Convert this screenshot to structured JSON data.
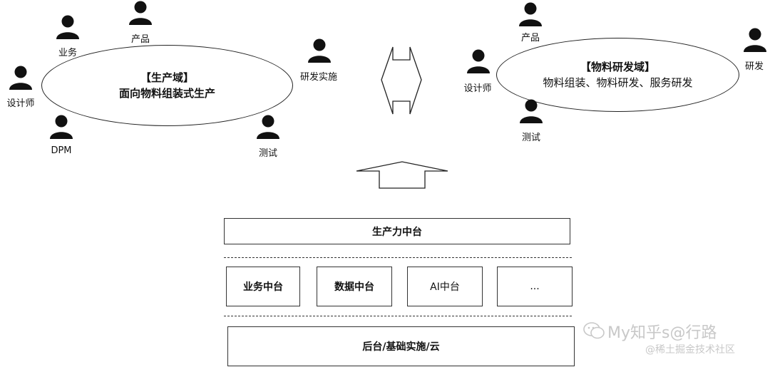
{
  "production_domain": {
    "title": "【生产域】",
    "subtitle": "面向物料组装式生产",
    "roles": {
      "business": "业务",
      "product": "产品",
      "designer": "设计师",
      "dpm": "DPM",
      "rnd_impl": "研发实施",
      "testing": "测试"
    }
  },
  "material_rnd_domain": {
    "title": "【物料研发域】",
    "subtitle": "物料组装、物料研发、服务研发",
    "roles": {
      "product": "产品",
      "designer": "设计师",
      "testing": "测试",
      "rnd": "研发"
    }
  },
  "platform": {
    "top": "生产力中台",
    "middle": [
      "业务中台",
      "数据中台",
      "AI中台",
      "..."
    ],
    "bottom": "后台/基础实施/云"
  },
  "watermark": {
    "line1": "My知乎s@行路",
    "line2": "@稀土掘金技术社区"
  },
  "icons": {
    "person": "person-icon",
    "double_arrow": "double-arrow-icon",
    "up_arrow": "up-arrow-icon",
    "wechat": "wechat-icon"
  },
  "colors": {
    "stroke": "#222222",
    "person_fill": "#111111",
    "watermark": "#c8c8c8"
  }
}
